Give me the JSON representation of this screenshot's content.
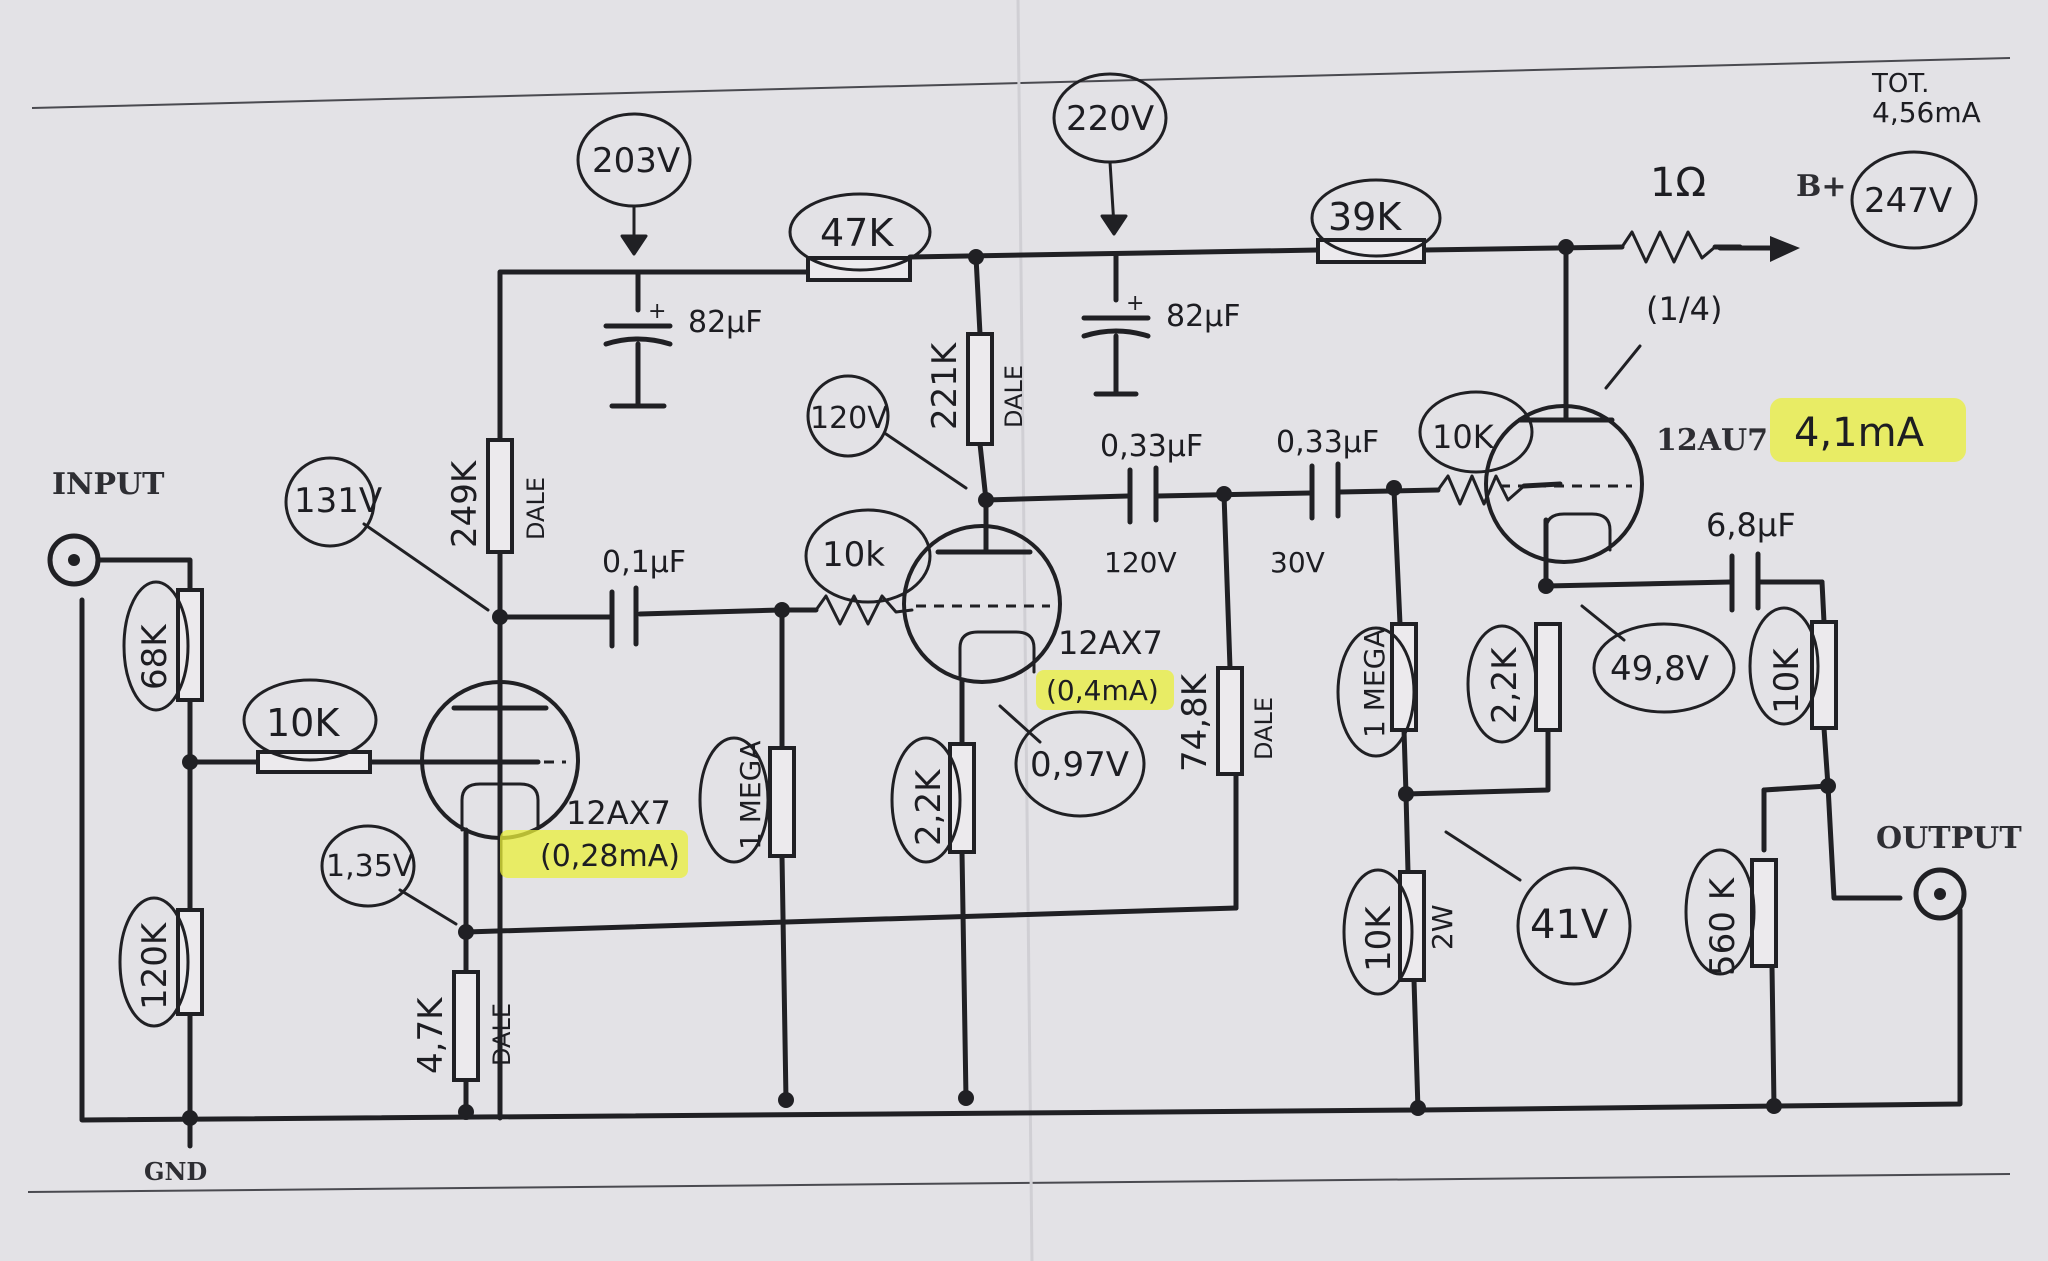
{
  "title": {
    "tot": "TOT.",
    "current": "4,56mA"
  },
  "terminals": {
    "input": "INPUT",
    "output": "OUTPUT",
    "gnd": "GND",
    "bplus": "B+"
  },
  "tubes": {
    "v1": {
      "type": "12AX7",
      "current": "(0,28mA)"
    },
    "v2": {
      "type": "12AX7",
      "current": "(0,4mA)"
    },
    "v3": {
      "type": "12AU7",
      "current": "4,1mA"
    }
  },
  "resistors": {
    "r_in_top": "68K",
    "r_in_bot": "120K",
    "r_grid1": "10K",
    "r_plate1": "249K",
    "r_plate1_brand": "DALE",
    "r_cath1": "4,7K",
    "r_cath1_brand": "DALE",
    "r_drop1": "47K",
    "r_grid2_leak": "1 MEGA",
    "r_grid2": "10k",
    "r_plate2": "221K",
    "r_plate2_brand": "DALE",
    "r_cath2": "2,2K",
    "r_fb": "74,8K",
    "r_fb_brand": "DALE",
    "r_drop2": "39K",
    "r_bplus": "1Ω",
    "r_bplus_note": "(1/4)",
    "r_grid3": "10K",
    "r_div_top": "1 MEGA",
    "r_div_bot": "10K",
    "r_div_bot_power": "2W",
    "r_cath3": "2,2K",
    "r_out_ser": "10K",
    "r_out_shunt": "560 K"
  },
  "capacitors": {
    "c_filter1": "82µF",
    "c_filter2": "82µF",
    "c_couple1": "0,1µF",
    "c_couple2": "0,33µF",
    "c_couple3": "0,33µF",
    "c_out": "6,8µF"
  },
  "voltages": {
    "bplus": "247V",
    "node_203": "203V",
    "node_220": "220V",
    "plate1": "131V",
    "cath1": "1,35V",
    "plate2": "120V",
    "plate2_arrow": "120V",
    "mid_30": "30V",
    "cath2": "0,97V",
    "cath3": "49,8V",
    "div_41": "41V"
  }
}
